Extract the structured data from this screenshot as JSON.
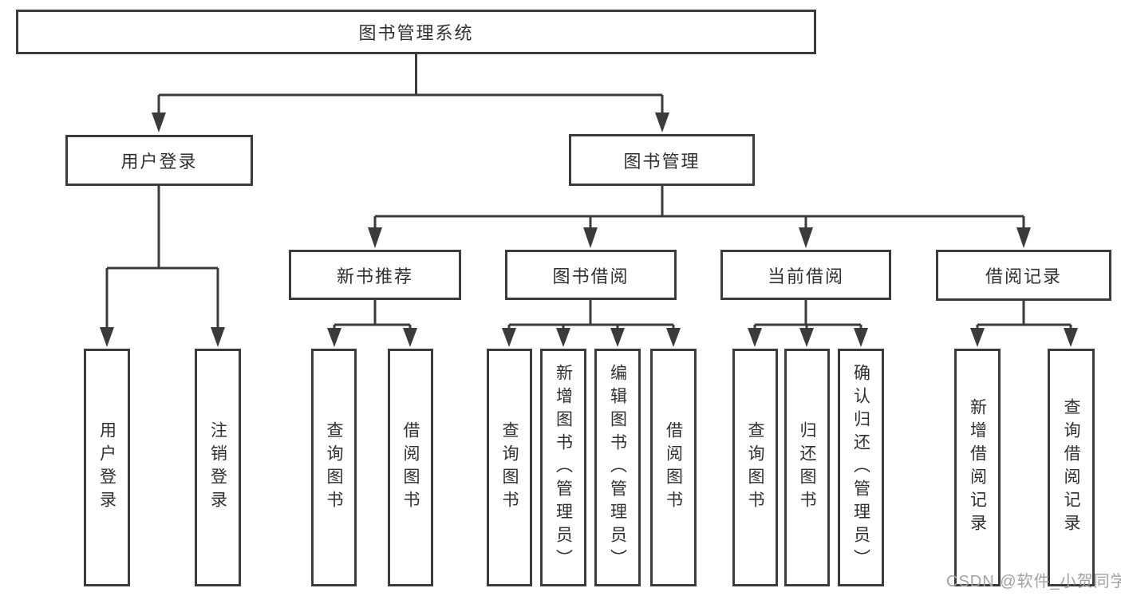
{
  "diagram": {
    "root": {
      "label": "图书管理系统"
    },
    "branches": [
      {
        "label": "用户登录",
        "children": [
          {
            "label": "用户登录"
          },
          {
            "label": "注销登录"
          }
        ]
      },
      {
        "label": "图书管理",
        "children": [
          {
            "label": "新书推荐",
            "children": [
              {
                "label": "查询图书"
              },
              {
                "label": "借阅图书"
              }
            ]
          },
          {
            "label": "图书借阅",
            "children": [
              {
                "label": "查询图书"
              },
              {
                "label": "新增图书（管理员）"
              },
              {
                "label": "编辑图书（管理员）"
              },
              {
                "label": "借阅图书"
              }
            ]
          },
          {
            "label": "当前借阅",
            "children": [
              {
                "label": "查询图书"
              },
              {
                "label": "归还图书"
              },
              {
                "label": "确认归还（管理员）"
              }
            ]
          },
          {
            "label": "借阅记录",
            "children": [
              {
                "label": "新增借阅记录"
              },
              {
                "label": "查询借阅记录"
              }
            ]
          }
        ]
      }
    ]
  },
  "watermark": "CSDN @软件_小贺同学",
  "colors": {
    "line": "#3b3b3b",
    "text": "#2f2f2f",
    "background": "#ffffff",
    "watermark": "#a2a2a6"
  }
}
